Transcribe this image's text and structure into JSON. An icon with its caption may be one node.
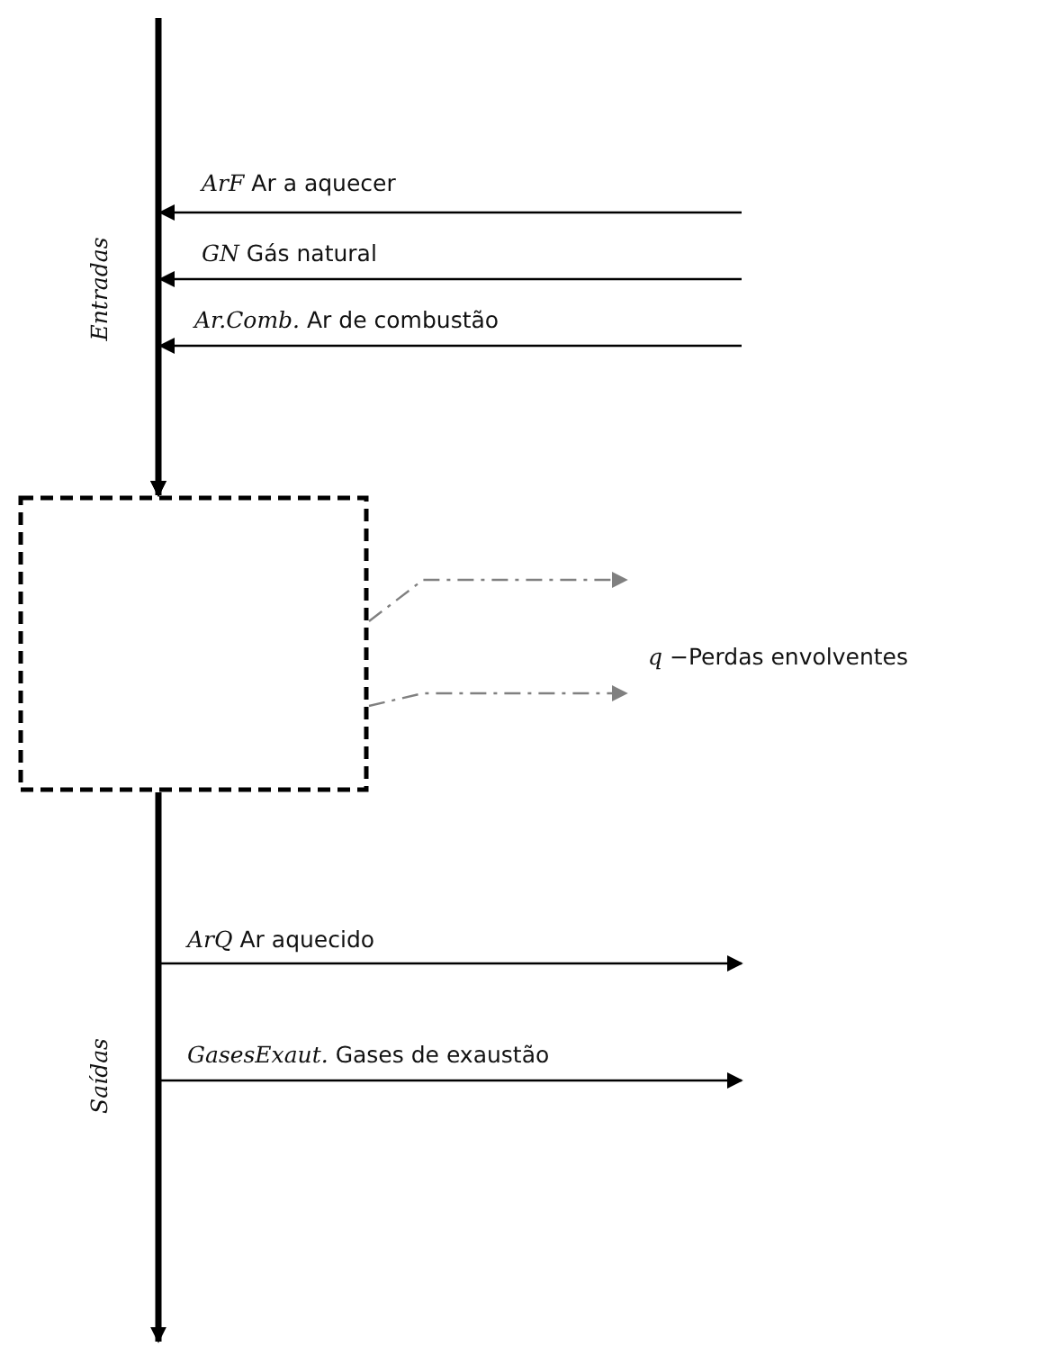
{
  "diagram": {
    "nodes": [
      {
        "text": [],
        "shape": "box"
      },
      {
        "text": [
          "*q* −Perdas envolventes"
        ]
      }
    ],
    "edges": [
      {
        "from": null,
        "to": 0,
        "arrow": "to",
        "label": "Entradas",
        "style": "thick"
      },
      {
        "from": null,
        "to": 0,
        "arrow": "to",
        "label": "*ArF* Ar a aquecer"
      },
      {
        "from": null,
        "to": 0,
        "arrow": "to",
        "label": "*GN* Gás natural"
      },
      {
        "from": null,
        "to": 0,
        "arrow": "to",
        "label": "*Ar.Comb.* Ar de combustão"
      },
      {
        "from": 0,
        "to": 1,
        "arrow": "to",
        "style": "dashed",
        "color": "#808080"
      },
      {
        "from": 0,
        "to": 1,
        "arrow": "to",
        "style": "dashed",
        "color": "#808080"
      },
      {
        "from": 0,
        "to": null,
        "arrow": "to",
        "label": "Saídas",
        "style": "thick"
      },
      {
        "from": 0,
        "to": null,
        "arrow": "to",
        "label": "*ArQ* Ar aquecido"
      },
      {
        "from": 0,
        "to": null,
        "arrow": "to",
        "label": "*GasesExaut.* Gases de exaustão"
      }
    ]
  }
}
